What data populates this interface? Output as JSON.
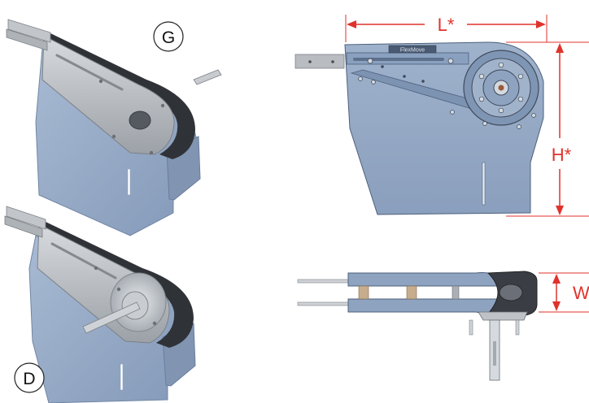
{
  "labels": {
    "view_g": "G",
    "view_d": "D",
    "length": "L*",
    "height": "H*",
    "width": "W",
    "brand": "FlexMove"
  },
  "colors": {
    "plate": "#93a9c6",
    "plate_dark": "#6f86a6",
    "plate_edge": "#4d607c",
    "steel": "#b9bdc2",
    "steel_dark": "#8a8f95",
    "belt": "#2f3237",
    "dimension": "#e0322c",
    "hub": "#555a61",
    "tan": "#c7ad8c"
  }
}
